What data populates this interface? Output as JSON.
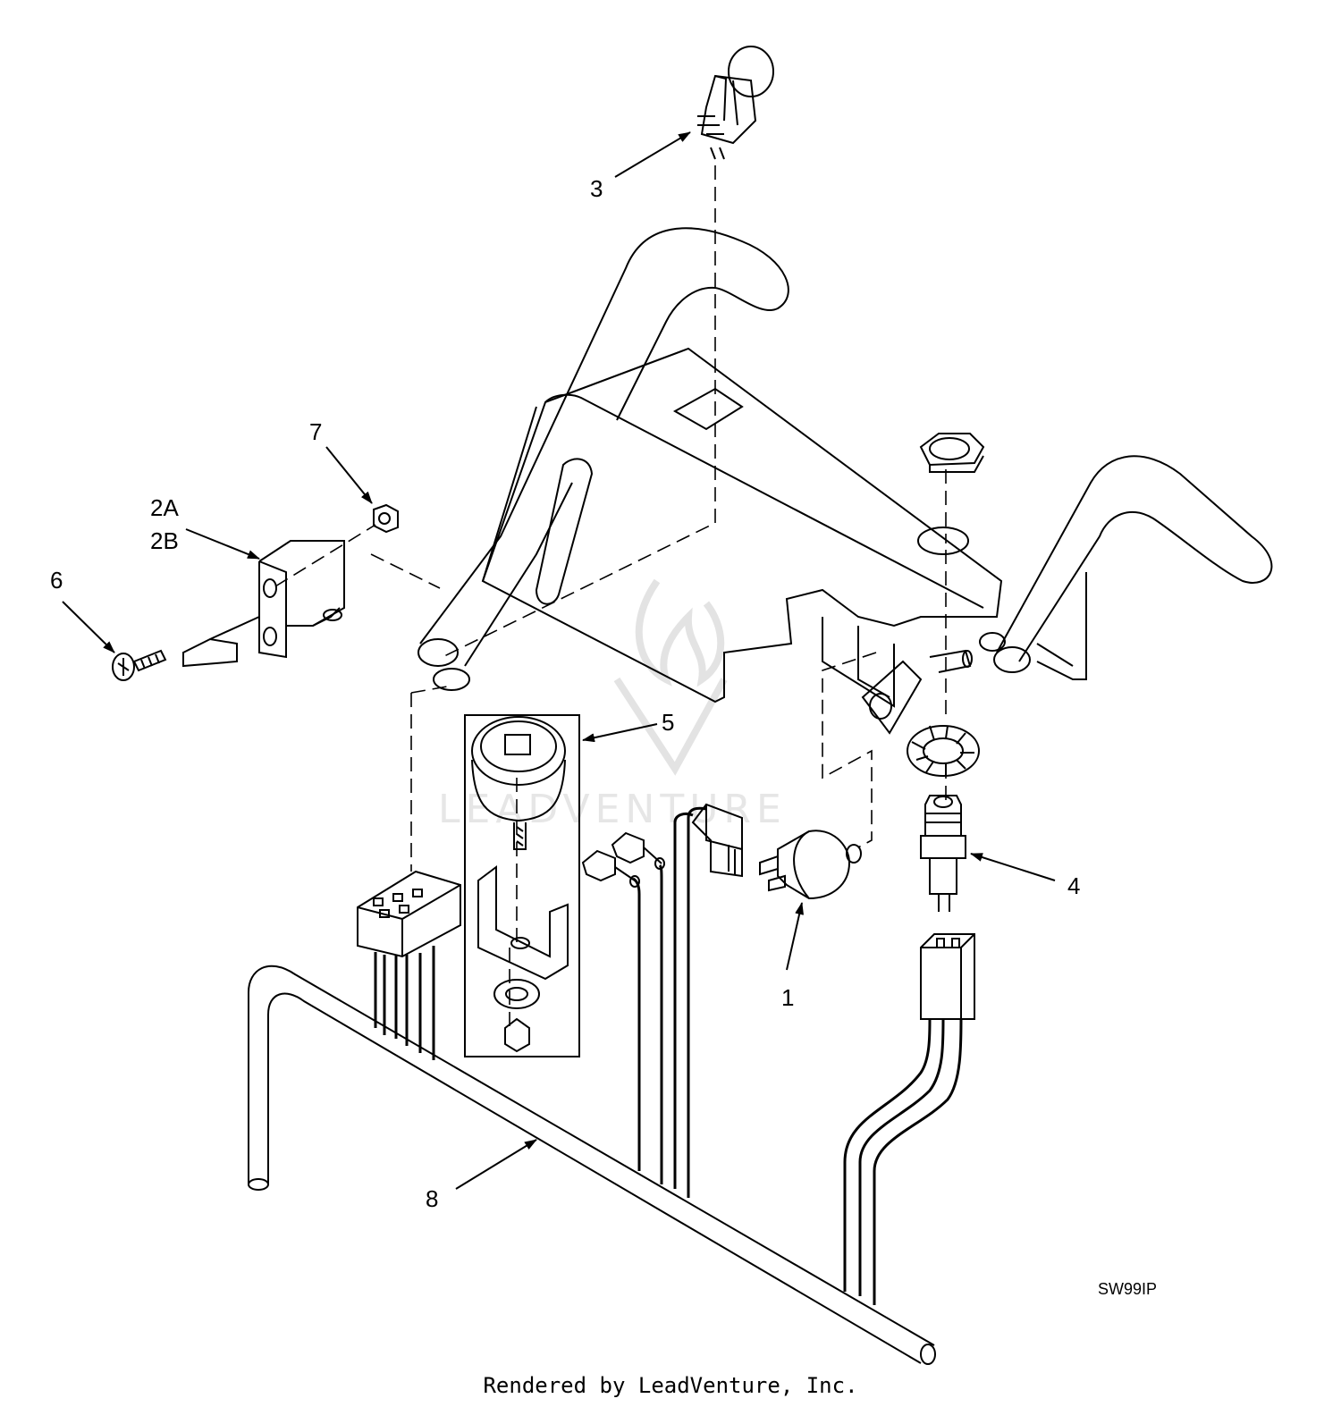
{
  "callouts": {
    "c1": "1",
    "c2a": "2A",
    "c2b": "2B",
    "c3": "3",
    "c4": "4",
    "c5": "5",
    "c6": "6",
    "c7": "7",
    "c8": "8"
  },
  "drawing_code": "SW99IP",
  "watermark": "LEADVENTURE",
  "footer": "Rendered by LeadVenture, Inc.",
  "colors": {
    "line": "#000000",
    "background": "#ffffff",
    "watermark": "#e6e6e6"
  }
}
